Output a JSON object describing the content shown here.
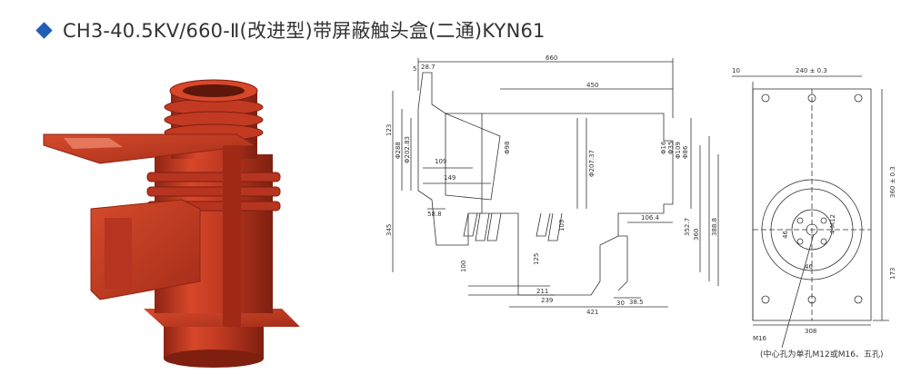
{
  "title": "CH3-40.5KV/660-Ⅱ(改进型)带屏蔽触头盒(二通)KYN61",
  "colors": {
    "accent": "#1f5fb5",
    "product_red": "#c23a22",
    "product_dark": "#8f2414",
    "line": "#333333"
  },
  "side_view": {
    "dims": {
      "d660": "660",
      "d450": "450",
      "d5": "5",
      "d28_7": "28.7",
      "d123": "123",
      "dphi288": "Φ288",
      "dphi202_83": "Φ202.83",
      "d109": "109",
      "d149": "149",
      "d58_8": "58.8",
      "d345": "345",
      "d100": "100",
      "d211": "211",
      "d239": "239",
      "d125": "125",
      "d103": "103",
      "d106_4": "106.4",
      "d421": "421",
      "d30": "30",
      "d38_5": "38.5",
      "d352_7": "352.7",
      "d360": "360",
      "d388_8": "388.8",
      "dphi207_37": "Φ207.37",
      "dphi98": "Φ98",
      "dphi109": "Φ109",
      "dphi86": "Φ86",
      "dphi16": "Φ16",
      "dphi35": "Φ35"
    }
  },
  "front_view": {
    "dims": {
      "d10": "10",
      "d240": "240 ± 0.3",
      "d360": "360 ± 0.3",
      "d173": "173",
      "d308": "308",
      "d46a": "46",
      "d46b": "46",
      "m12": "4-M12",
      "m16": "M16"
    },
    "note": "(中心孔为单孔M12或M16、五孔)"
  }
}
